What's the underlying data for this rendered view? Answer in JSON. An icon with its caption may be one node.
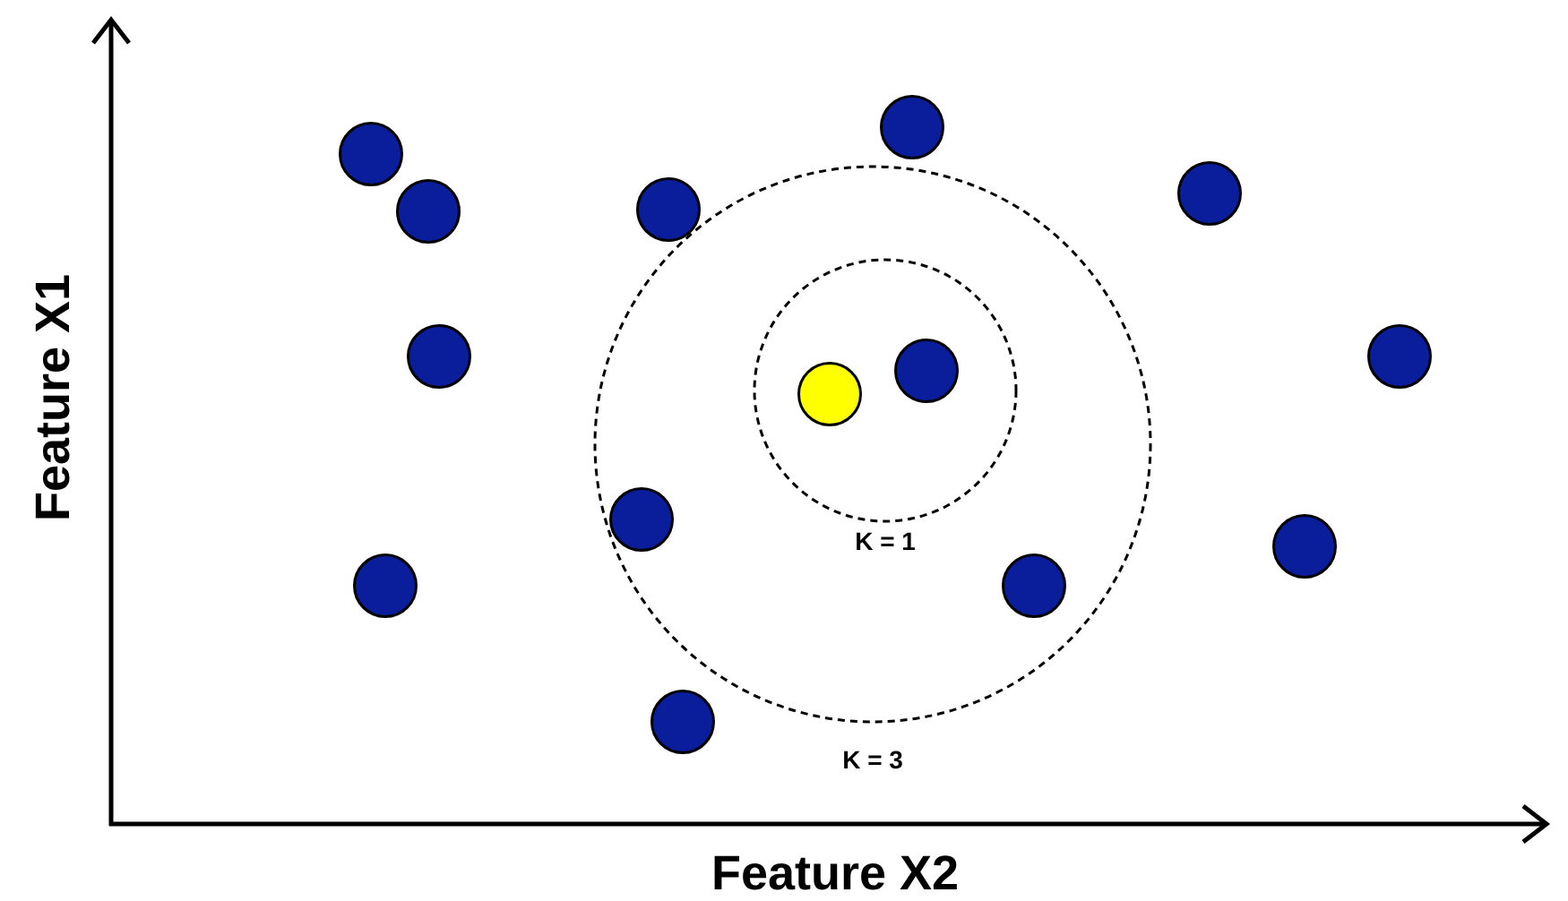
{
  "diagram": {
    "nodes": [
      {
        "text": [
          "K = 3"
        ]
      },
      {
        "text": [
          "K = 1"
        ],
        "in": 0
      },
      {
        "text": [],
        "shape": "circle"
      },
      {
        "text": [],
        "shape": "circle"
      },
      {
        "text": [],
        "shape": "circle"
      },
      {
        "text": [],
        "shape": "circle"
      },
      {
        "text": [],
        "shape": "circle"
      },
      {
        "text": [],
        "shape": "circle"
      },
      {
        "text": [],
        "shape": "circle"
      },
      {
        "text": [],
        "shape": "circle",
        "in": 1
      },
      {
        "text": [],
        "shape": "circle",
        "in": 1
      },
      {
        "text": [],
        "shape": "circle",
        "in": 0
      },
      {
        "text": [],
        "shape": "circle"
      },
      {
        "text": [],
        "shape": "circle"
      },
      {
        "text": [],
        "shape": "circle",
        "in": 0
      },
      {
        "text": [],
        "shape": "circle"
      }
    ],
    "edges": [],
    "labels": [
      "Feature X1",
      "Feature X2"
    ]
  }
}
